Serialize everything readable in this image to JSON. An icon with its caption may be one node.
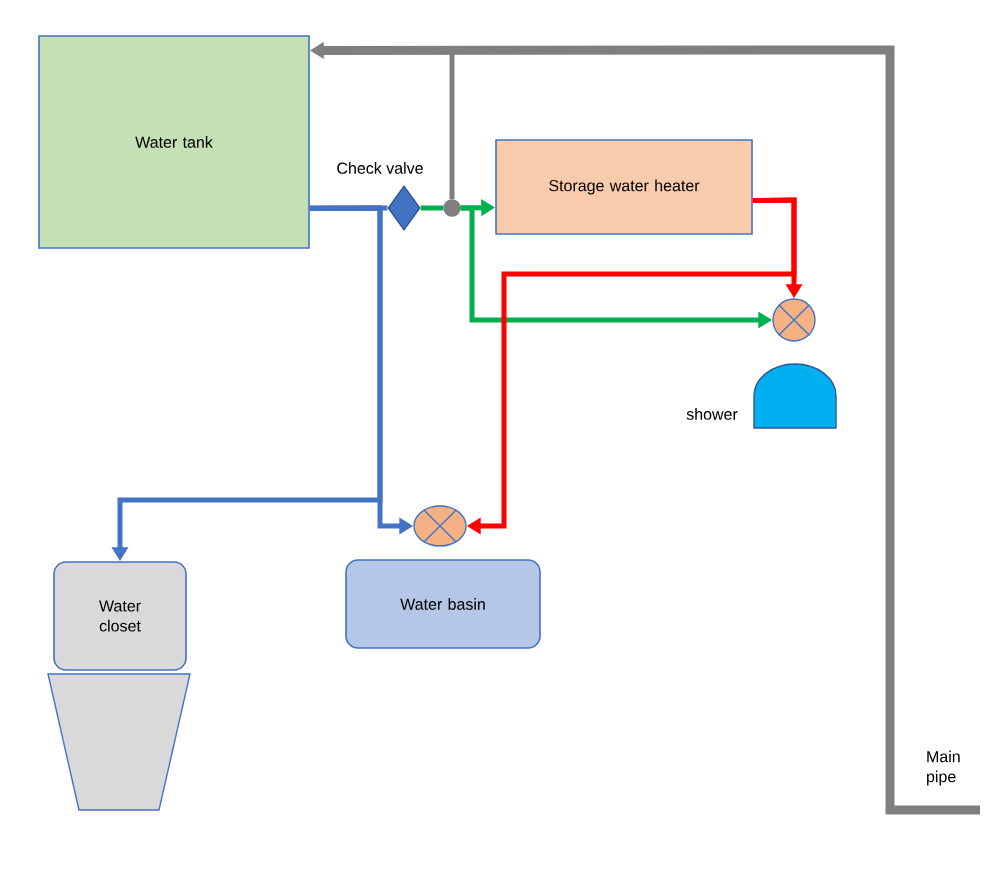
{
  "diagram": {
    "nodes": [
      {
        "text": [
          "Water tank"
        ]
      },
      {
        "text": [],
        "shape": "diamond",
        "beside": [
          "Check valve"
        ]
      },
      {
        "text": [],
        "shape": "circle"
      },
      {
        "text": [
          "Storage water heater"
        ]
      },
      {
        "text": [],
        "shape": "circle"
      },
      {
        "text": [],
        "shape": "dome",
        "beside": [
          "shower"
        ]
      },
      {
        "text": [],
        "shape": "circle"
      },
      {
        "text": [
          "Water basin"
        ]
      },
      {
        "text": [
          "Water closet"
        ]
      },
      {
        "text": [],
        "shape": "trapezoid"
      }
    ],
    "edges": [
      {
        "from": null,
        "to": 0,
        "arrow": "to",
        "style": "thick",
        "color": "#7f7f7f"
      },
      {
        "from": null,
        "to": 2,
        "arrow": "none",
        "color": "#7f7f7f"
      },
      {
        "from": 0,
        "to": 1,
        "arrow": "none",
        "color": "#4472c4"
      },
      {
        "from": 0,
        "to": 6,
        "arrow": "to",
        "color": "#4472c4"
      },
      {
        "from": 0,
        "to": 8,
        "arrow": "to",
        "color": "#4472c4"
      },
      {
        "from": 1,
        "to": 2,
        "arrow": "none",
        "color": "#00b050"
      },
      {
        "from": 2,
        "to": 3,
        "arrow": "to",
        "color": "#00b050"
      },
      {
        "from": 2,
        "to": 4,
        "arrow": "to",
        "color": "#00b050"
      },
      {
        "from": 3,
        "to": 4,
        "arrow": "to",
        "color": "#ff0000"
      },
      {
        "from": 3,
        "to": 6,
        "arrow": "to",
        "color": "#ff0000"
      }
    ],
    "labels": [
      "Main pipe"
    ]
  }
}
